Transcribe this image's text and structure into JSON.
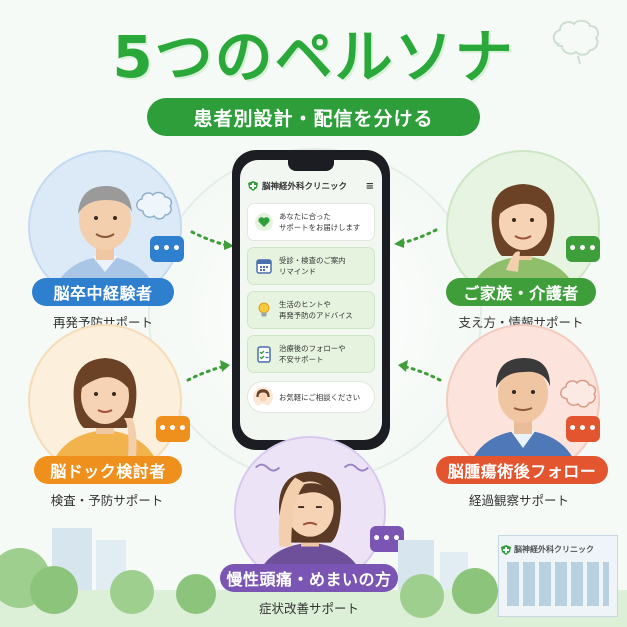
{
  "title": "5つのペルソナ",
  "subtitle": "患者別設計・配信を分ける",
  "phone": {
    "app_name": "脳神経外科クリニック",
    "menu_icon": "≡",
    "cards": [
      {
        "line1": "あなたに合った",
        "line2": "サポートをお届けします",
        "icon": "heart-icon"
      },
      {
        "line1": "受診・検査のご案内",
        "line2": "リマインド",
        "icon": "calendar-icon"
      },
      {
        "line1": "生活のヒントや",
        "line2": "再発予防のアドバイス",
        "icon": "lightbulb-icon"
      },
      {
        "line1": "治療後のフォローや",
        "line2": "不安サポート",
        "icon": "checklist-icon"
      },
      {
        "line1": "お気軽にご相談ください",
        "line2": "",
        "icon": "nurse-avatar"
      }
    ]
  },
  "personas": [
    {
      "label": "脳卒中経験者",
      "caption": "再発予防サポート",
      "color": "#2f7fcf"
    },
    {
      "label": "ご家族・介護者",
      "caption": "支え方・情報サポート",
      "color": "#3e9e3a"
    },
    {
      "label": "脳ドック検討者",
      "caption": "検査・予防サポート",
      "color": "#ef8f1c"
    },
    {
      "label": "脳腫瘍術後フォロー",
      "caption": "経過観察サポート",
      "color": "#e2552e"
    },
    {
      "label": "慢性頭痛・めまいの方",
      "caption": "症状改善サポート",
      "color": "#7a55b3"
    }
  ],
  "clinic_sign": "脳神経外科クリニック",
  "colors": {
    "title": "#2aa83a",
    "subtitle_bg": "#2e9e3a"
  }
}
